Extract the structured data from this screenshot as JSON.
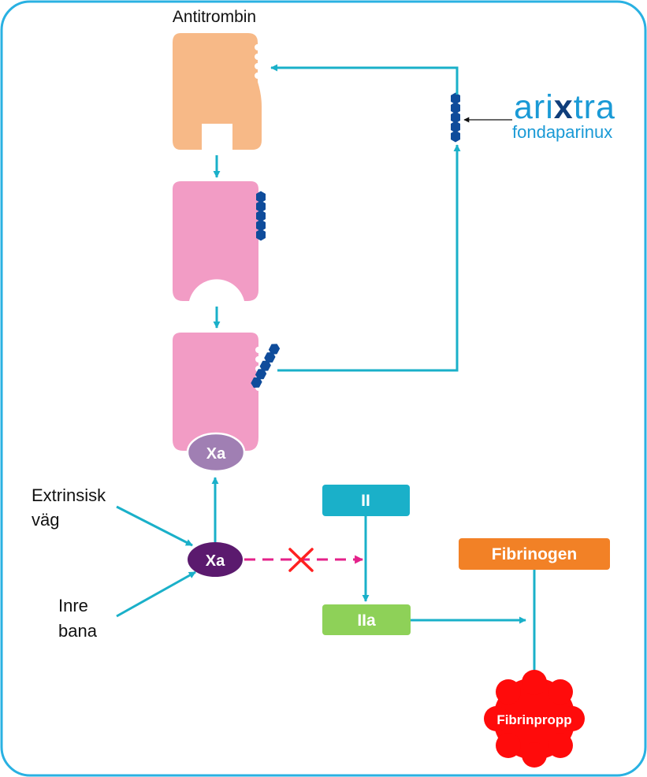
{
  "labels": {
    "antithrombin": "Antitrombin",
    "extrinsic_1": "Extrinsisk",
    "extrinsic_2": "väg",
    "intrinsic_1": "Inre",
    "intrinsic_2": "bana",
    "factor_xa_bound": "Xa",
    "factor_xa": "Xa",
    "factor_ii": "II",
    "factor_iia": "IIa",
    "fibrinogen": "Fibrinogen",
    "fibrin_clot": "Fibrinpropp"
  },
  "brand": {
    "name_pre": "ari",
    "name_x": "x",
    "name_post": "tra",
    "generic": "fondaparinux"
  },
  "colors": {
    "frame": "#29b1e2",
    "arrow": "#1ab0c9",
    "antithrombin": "#f7b987",
    "activated_antithrombin": "#f29cc5",
    "pentasaccharide": "#0f4c9b",
    "factor_xa_bound": "#a07fb3",
    "factor_xa": "#5b1a6e",
    "factor_ii": "#1ab0c9",
    "factor_iia": "#8ed158",
    "fibrinogen": "#f28126",
    "fibrin_clot": "#ff0b0b",
    "inhibition": "#e4218a",
    "brand_text": "#1a9ad6"
  }
}
